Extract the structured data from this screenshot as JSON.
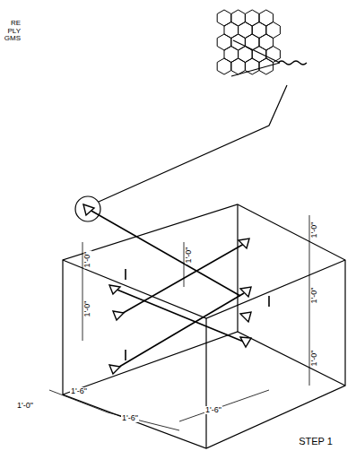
{
  "diagram": {
    "labels": [
      "RE PLY GMS",
      "1'-0\"",
      "1'-0\"",
      "1'-0\"",
      "1'-0\"",
      "1'-0\"",
      "1'-0\"",
      "1'-6\"",
      "1'-6\"",
      "1'-6\"",
      "1'-0\"",
      "STEP 1"
    ]
  }
}
